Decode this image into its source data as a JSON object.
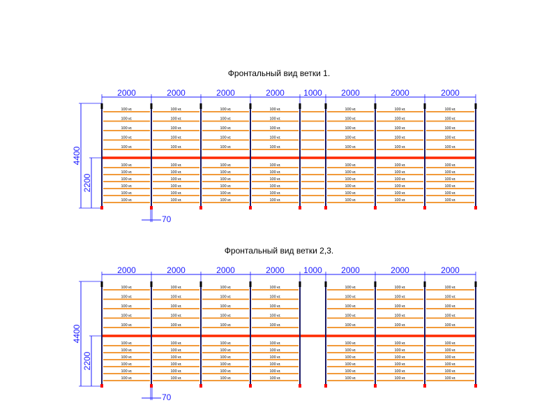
{
  "colors": {
    "dimension": "#1a1aff",
    "upright": "#1a1a66",
    "beam": "#f08c1e",
    "main_beam": "#ff2a00",
    "foot": "#ff0000",
    "label": "#000000"
  },
  "drawings": [
    {
      "title": "Фронтальный вид ветки 1.",
      "bays": [
        {
          "width_label": "2000",
          "type": "full"
        },
        {
          "width_label": "2000",
          "type": "full"
        },
        {
          "width_label": "2000",
          "type": "full"
        },
        {
          "width_label": "2000",
          "type": "full"
        },
        {
          "width_label": "1000",
          "type": "full"
        },
        {
          "width_label": "2000",
          "type": "full"
        },
        {
          "width_label": "2000",
          "type": "full"
        },
        {
          "width_label": "2000",
          "type": "full"
        }
      ],
      "height_total": "4400",
      "height_lower": "2200",
      "offset_label": "70",
      "upper_levels": [
        "100 кг.",
        "100 кг.",
        "100 кг.",
        "100 кг.",
        "100 кг."
      ],
      "lower_levels": [
        "100 кг.",
        "100 кг.",
        "100 кг.",
        "100 кг.",
        "100 кг.",
        "100 кг."
      ]
    },
    {
      "title": "Фронтальный вид ветки 2,3.",
      "bays": [
        {
          "width_label": "2000",
          "type": "full"
        },
        {
          "width_label": "2000",
          "type": "full"
        },
        {
          "width_label": "2000",
          "type": "full"
        },
        {
          "width_label": "2000",
          "type": "full"
        },
        {
          "width_label": "1000",
          "type": "passage"
        },
        {
          "width_label": "2000",
          "type": "full"
        },
        {
          "width_label": "2000",
          "type": "full"
        },
        {
          "width_label": "2000",
          "type": "full"
        }
      ],
      "height_total": "4400",
      "height_lower": "2200",
      "offset_label": "70",
      "upper_levels": [
        "100 кг.",
        "100 кг.",
        "100 кг.",
        "100 кг.",
        "100 кг."
      ],
      "lower_levels": [
        "100 кг.",
        "100 кг.",
        "100 кг.",
        "100 кг.",
        "100 кг.",
        "100 кг."
      ]
    }
  ]
}
